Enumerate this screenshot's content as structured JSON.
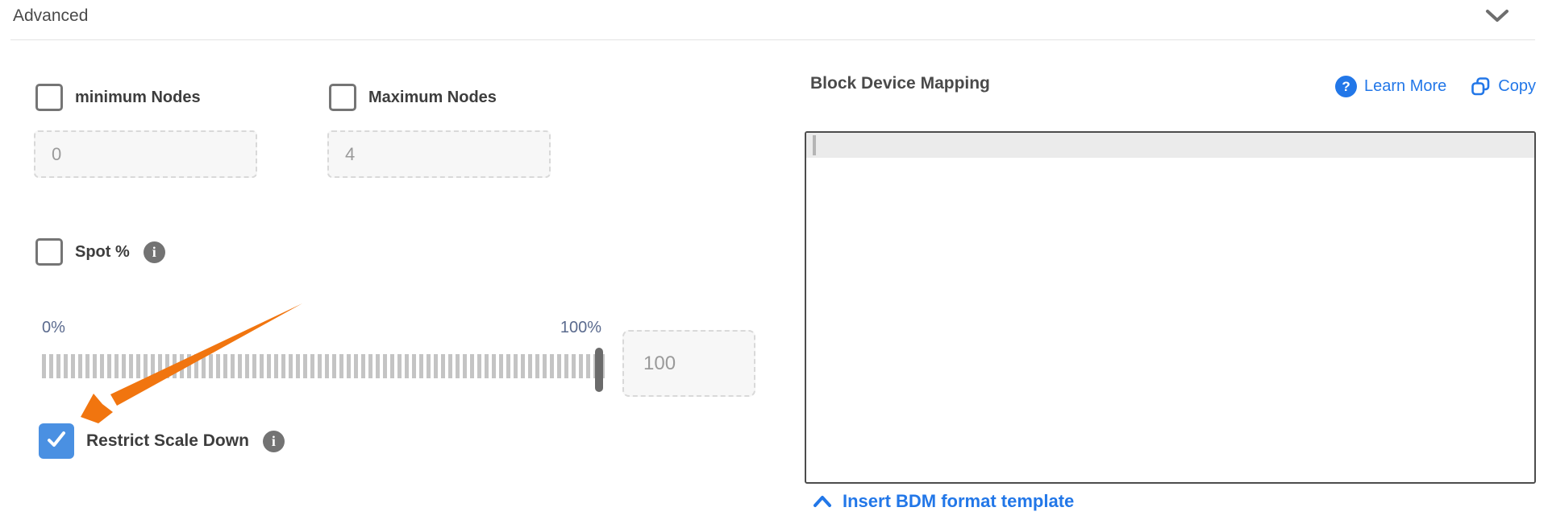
{
  "header": {
    "title": "Advanced",
    "collapse_icon": "chevron-down"
  },
  "scaling": {
    "min_nodes": {
      "label": "minimum Nodes",
      "checked": false,
      "value": "0"
    },
    "max_nodes": {
      "label": "Maximum Nodes",
      "checked": false,
      "value": "4"
    },
    "spot_pct": {
      "label": "Spot %",
      "checked": false
    },
    "slider": {
      "min_label": "0%",
      "max_label": "100%",
      "value": "100",
      "position_pct": 100
    },
    "restrict_scale_down": {
      "label": "Restrict Scale Down",
      "checked": true
    }
  },
  "bdm": {
    "title": "Block Device Mapping",
    "learn_more_label": "Learn More",
    "copy_label": "Copy",
    "editor_content": "",
    "insert_template_label": "Insert BDM format template"
  },
  "icons": {
    "info_glyph": "i",
    "question_glyph": "?"
  },
  "colors": {
    "link_blue": "#2277e8",
    "checkbox_checked_blue": "#4a90e2",
    "arrow_orange": "#f1750f",
    "slider_label_blue_gray": "#5a6a8e",
    "editor_border": "#4c4c4c",
    "editor_highlight": "#ebebeb"
  }
}
